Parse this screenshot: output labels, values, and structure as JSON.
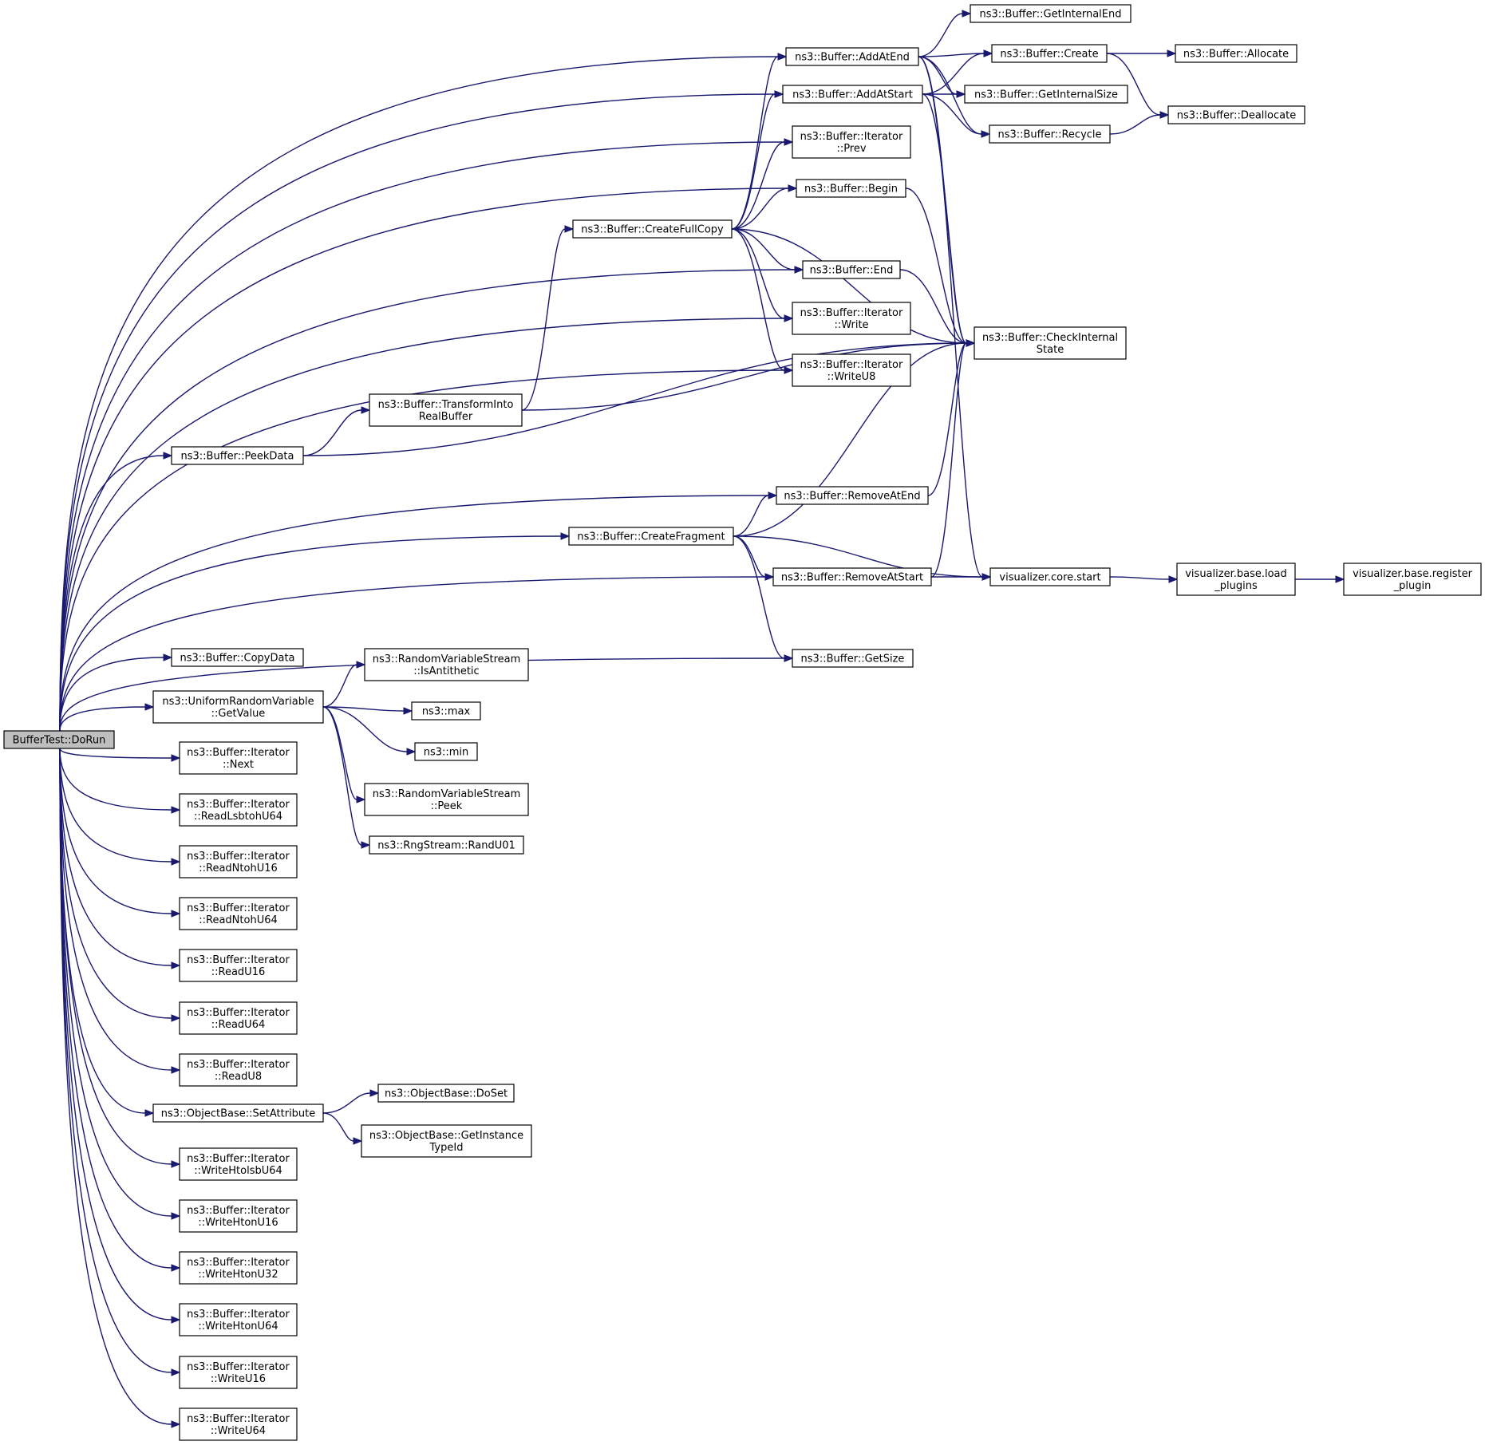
{
  "nodes": {
    "doRun": {
      "lines": [
        "BufferTest::DoRun"
      ]
    },
    "addAtEnd": {
      "lines": [
        "ns3::Buffer::AddAtEnd"
      ]
    },
    "getInternalEnd": {
      "lines": [
        "ns3::Buffer::GetInternalEnd"
      ]
    },
    "create": {
      "lines": [
        "ns3::Buffer::Create"
      ]
    },
    "allocate": {
      "lines": [
        "ns3::Buffer::Allocate"
      ]
    },
    "addAtStart": {
      "lines": [
        "ns3::Buffer::AddAtStart"
      ]
    },
    "getInternalSize": {
      "lines": [
        "ns3::Buffer::GetInternalSize"
      ]
    },
    "deallocate": {
      "lines": [
        "ns3::Buffer::Deallocate"
      ]
    },
    "recycle": {
      "lines": [
        "ns3::Buffer::Recycle"
      ]
    },
    "prev": {
      "lines": [
        "ns3::Buffer::Iterator",
        "::Prev"
      ]
    },
    "begin": {
      "lines": [
        "ns3::Buffer::Begin"
      ]
    },
    "createFullCopy": {
      "lines": [
        "ns3::Buffer::CreateFullCopy"
      ]
    },
    "end": {
      "lines": [
        "ns3::Buffer::End"
      ]
    },
    "write": {
      "lines": [
        "ns3::Buffer::Iterator",
        "::Write"
      ]
    },
    "checkInternalState": {
      "lines": [
        "ns3::Buffer::CheckInternal",
        "State"
      ]
    },
    "writeU8": {
      "lines": [
        "ns3::Buffer::Iterator",
        "::WriteU8"
      ]
    },
    "transformIntoRealBuffer": {
      "lines": [
        "ns3::Buffer::TransformInto",
        "RealBuffer"
      ]
    },
    "peekData": {
      "lines": [
        "ns3::Buffer::PeekData"
      ]
    },
    "removeAtEnd": {
      "lines": [
        "ns3::Buffer::RemoveAtEnd"
      ]
    },
    "createFragment": {
      "lines": [
        "ns3::Buffer::CreateFragment"
      ]
    },
    "removeAtStart": {
      "lines": [
        "ns3::Buffer::RemoveAtStart"
      ]
    },
    "coreStart": {
      "lines": [
        "visualizer.core.start"
      ]
    },
    "loadPlugins": {
      "lines": [
        "visualizer.base.load",
        "_plugins"
      ]
    },
    "registerPlugin": {
      "lines": [
        "visualizer.base.register",
        "_plugin"
      ]
    },
    "copyData": {
      "lines": [
        "ns3::Buffer::CopyData"
      ]
    },
    "getSize": {
      "lines": [
        "ns3::Buffer::GetSize"
      ]
    },
    "isAntithetic": {
      "lines": [
        "ns3::RandomVariableStream",
        "::IsAntithetic"
      ]
    },
    "getValue": {
      "lines": [
        "ns3::UniformRandomVariable",
        "::GetValue"
      ]
    },
    "max": {
      "lines": [
        "ns3::max"
      ]
    },
    "min": {
      "lines": [
        "ns3::min"
      ]
    },
    "next": {
      "lines": [
        "ns3::Buffer::Iterator",
        "::Next"
      ]
    },
    "readLsbtohU64": {
      "lines": [
        "ns3::Buffer::Iterator",
        "::ReadLsbtohU64"
      ]
    },
    "peek": {
      "lines": [
        "ns3::RandomVariableStream",
        "::Peek"
      ]
    },
    "randU01": {
      "lines": [
        "ns3::RngStream::RandU01"
      ]
    },
    "readNtohU16": {
      "lines": [
        "ns3::Buffer::Iterator",
        "::ReadNtohU16"
      ]
    },
    "readNtohU64": {
      "lines": [
        "ns3::Buffer::Iterator",
        "::ReadNtohU64"
      ]
    },
    "readU16": {
      "lines": [
        "ns3::Buffer::Iterator",
        "::ReadU16"
      ]
    },
    "readU64": {
      "lines": [
        "ns3::Buffer::Iterator",
        "::ReadU64"
      ]
    },
    "readU8": {
      "lines": [
        "ns3::Buffer::Iterator",
        "::ReadU8"
      ]
    },
    "doSet": {
      "lines": [
        "ns3::ObjectBase::DoSet"
      ]
    },
    "setAttribute": {
      "lines": [
        "ns3::ObjectBase::SetAttribute"
      ]
    },
    "getInstanceTypeId": {
      "lines": [
        "ns3::ObjectBase::GetInstance",
        "TypeId"
      ]
    },
    "writeHtolsbU64": {
      "lines": [
        "ns3::Buffer::Iterator",
        "::WriteHtolsbU64"
      ]
    },
    "writeHtonU16": {
      "lines": [
        "ns3::Buffer::Iterator",
        "::WriteHtonU16"
      ]
    },
    "writeHtonU32": {
      "lines": [
        "ns3::Buffer::Iterator",
        "::WriteHtonU32"
      ]
    },
    "writeHtonU64": {
      "lines": [
        "ns3::Buffer::Iterator",
        "::WriteHtonU64"
      ]
    },
    "writeU16": {
      "lines": [
        "ns3::Buffer::Iterator",
        "::WriteU16"
      ]
    },
    "writeU64": {
      "lines": [
        "ns3::Buffer::Iterator",
        "::WriteU64"
      ]
    }
  },
  "root": "doRun",
  "edges": [
    [
      "doRun",
      "addAtEnd"
    ],
    [
      "doRun",
      "addAtStart"
    ],
    [
      "doRun",
      "prev"
    ],
    [
      "doRun",
      "begin"
    ],
    [
      "doRun",
      "end"
    ],
    [
      "doRun",
      "write"
    ],
    [
      "doRun",
      "writeU8"
    ],
    [
      "doRun",
      "peekData"
    ],
    [
      "doRun",
      "removeAtEnd"
    ],
    [
      "doRun",
      "createFragment"
    ],
    [
      "doRun",
      "removeAtStart"
    ],
    [
      "doRun",
      "getSize"
    ],
    [
      "doRun",
      "copyData"
    ],
    [
      "doRun",
      "getValue"
    ],
    [
      "doRun",
      "next"
    ],
    [
      "doRun",
      "readLsbtohU64"
    ],
    [
      "doRun",
      "readNtohU16"
    ],
    [
      "doRun",
      "readNtohU64"
    ],
    [
      "doRun",
      "readU16"
    ],
    [
      "doRun",
      "readU64"
    ],
    [
      "doRun",
      "readU8"
    ],
    [
      "doRun",
      "setAttribute"
    ],
    [
      "doRun",
      "writeHtolsbU64"
    ],
    [
      "doRun",
      "writeHtonU16"
    ],
    [
      "doRun",
      "writeHtonU32"
    ],
    [
      "doRun",
      "writeHtonU64"
    ],
    [
      "doRun",
      "writeU16"
    ],
    [
      "doRun",
      "writeU64"
    ],
    [
      "addAtEnd",
      "getInternalEnd"
    ],
    [
      "addAtEnd",
      "create"
    ],
    [
      "addAtEnd",
      "getInternalSize"
    ],
    [
      "addAtEnd",
      "recycle"
    ],
    [
      "addAtEnd",
      "checkInternalState"
    ],
    [
      "addAtEnd",
      "coreStart"
    ],
    [
      "addAtStart",
      "create"
    ],
    [
      "addAtStart",
      "getInternalSize"
    ],
    [
      "addAtStart",
      "recycle"
    ],
    [
      "addAtStart",
      "checkInternalState"
    ],
    [
      "create",
      "allocate"
    ],
    [
      "create",
      "deallocate"
    ],
    [
      "recycle",
      "deallocate"
    ],
    [
      "begin",
      "checkInternalState"
    ],
    [
      "end",
      "checkInternalState"
    ],
    [
      "createFullCopy",
      "addAtEnd"
    ],
    [
      "createFullCopy",
      "addAtStart"
    ],
    [
      "createFullCopy",
      "prev"
    ],
    [
      "createFullCopy",
      "begin"
    ],
    [
      "createFullCopy",
      "end"
    ],
    [
      "createFullCopy",
      "write"
    ],
    [
      "createFullCopy",
      "writeU8"
    ],
    [
      "createFullCopy",
      "checkInternalState"
    ],
    [
      "transformIntoRealBuffer",
      "createFullCopy"
    ],
    [
      "transformIntoRealBuffer",
      "checkInternalState"
    ],
    [
      "peekData",
      "transformIntoRealBuffer"
    ],
    [
      "peekData",
      "checkInternalState"
    ],
    [
      "removeAtEnd",
      "checkInternalState"
    ],
    [
      "createFragment",
      "removeAtEnd"
    ],
    [
      "createFragment",
      "removeAtStart"
    ],
    [
      "createFragment",
      "checkInternalState"
    ],
    [
      "createFragment",
      "coreStart"
    ],
    [
      "createFragment",
      "getSize"
    ],
    [
      "removeAtStart",
      "coreStart"
    ],
    [
      "removeAtStart",
      "checkInternalState"
    ],
    [
      "coreStart",
      "loadPlugins"
    ],
    [
      "loadPlugins",
      "registerPlugin"
    ],
    [
      "getValue",
      "isAntithetic"
    ],
    [
      "getValue",
      "max"
    ],
    [
      "getValue",
      "min"
    ],
    [
      "getValue",
      "peek"
    ],
    [
      "getValue",
      "randU01"
    ],
    [
      "setAttribute",
      "doSet"
    ],
    [
      "setAttribute",
      "getInstanceTypeId"
    ]
  ]
}
